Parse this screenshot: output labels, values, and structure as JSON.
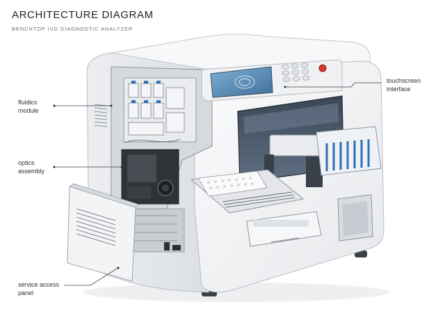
{
  "header": {
    "title": "ARCHITECTURE DIAGRAM",
    "subtitle": "BENCHTOP IVD DIAGNOSTIC ANALYZER"
  },
  "callouts": {
    "fluidics": [
      "fluidics",
      "module"
    ],
    "optics": [
      "optics",
      "assembly"
    ],
    "service": [
      "service access",
      "panel"
    ],
    "touchscreen": [
      "touchscreen",
      "interface"
    ]
  },
  "colors": {
    "body": "#f4f5f7",
    "body_edge": "#c9ccd1",
    "screen": "#5d8fb8",
    "emergency_button": "#d8392b",
    "tube_cap": "#2f6fb5",
    "dark_window": "#2a3542"
  }
}
